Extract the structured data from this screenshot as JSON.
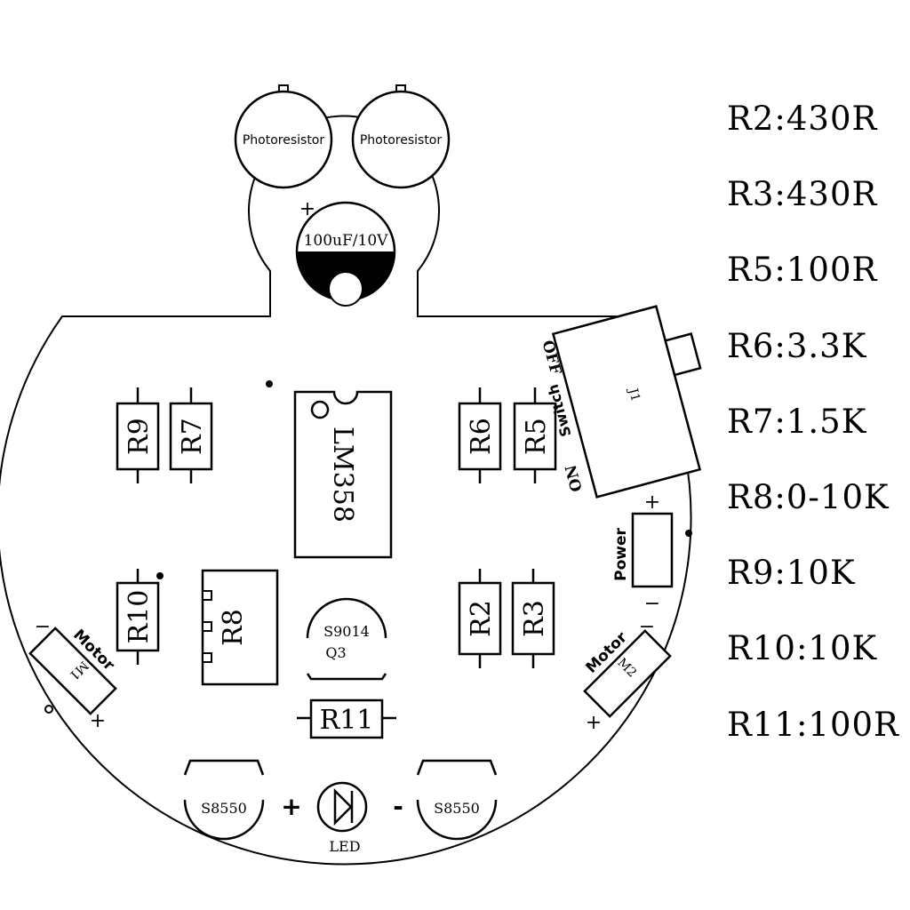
{
  "components": {
    "photoresistor_1": "Photoresistor",
    "photoresistor_2": "Photoresistor",
    "capacitor": "100uF/10V",
    "capacitor_polarity": "+",
    "ic": "LM358",
    "r9": "R9",
    "r7": "R7",
    "r6": "R6",
    "r5": "R5",
    "r10": "R10",
    "r8": "R8",
    "r2": "R2",
    "r3": "R3",
    "r11": "R11",
    "transistor_q3_type": "S9014",
    "transistor_q3_id": "Q3",
    "switch_off": "OFF",
    "switch_on": "ON",
    "switch_label": "Switch",
    "switch_id": "J1",
    "power_label": "Power",
    "power_plus": "+",
    "power_minus": "−",
    "motor_left_label": "Motor",
    "motor_left_id": "M1",
    "motor_left_minus": "−",
    "motor_left_plus": "+",
    "motor_right_label": "Motor",
    "motor_right_id": "M2",
    "motor_right_minus": "−",
    "motor_right_plus": "+",
    "transistor_left": "S8550",
    "transistor_right": "S8550",
    "led_label": "LED",
    "led_plus": "+",
    "led_minus": "-"
  },
  "values": [
    "R2:430R",
    "R3:430R",
    "R5:100R",
    "R6:3.3K",
    "R7:1.5K",
    "R8:0-10K",
    "R9:10K",
    "R10:10K",
    "R11:100R"
  ]
}
